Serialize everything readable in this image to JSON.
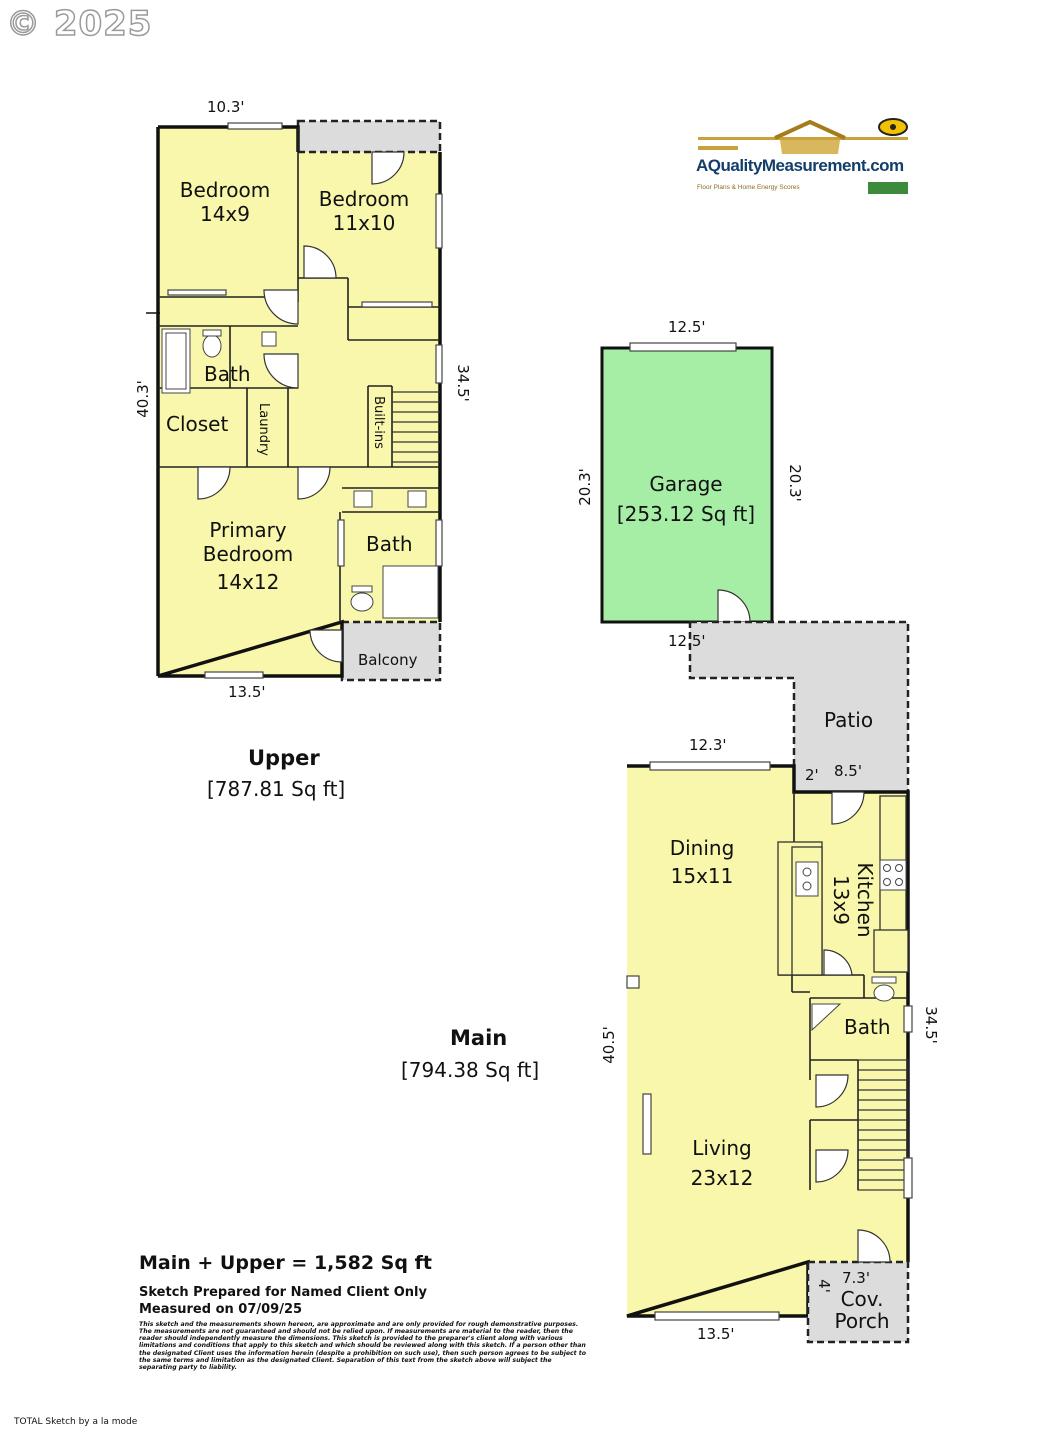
{
  "copyright": "© 2025",
  "logo": {
    "name": "AQualityMeasurement.com",
    "tagline": "Floor Plans & Home Energy Scores"
  },
  "upper": {
    "title": "Upper",
    "area": "[787.81 Sq ft]",
    "dims": {
      "top": "10.3'",
      "bottom": "13.5'",
      "left": "40.3'",
      "right": "34.5'"
    },
    "rooms": {
      "bedroom1_name": "Bedroom",
      "bedroom1_size": "14x9",
      "bedroom2_name": "Bedroom",
      "bedroom2_size": "11x10",
      "bath": "Bath",
      "closet": "Closet",
      "laundry": "Laundry",
      "builtins": "Built-ins",
      "primary_l1": "Primary",
      "primary_l2": "Bedroom",
      "primary_size": "14x12",
      "primary_bath": "Bath",
      "balcony": "Balcony"
    }
  },
  "garage": {
    "name": "Garage",
    "area": "[253.12 Sq ft]",
    "dims": {
      "top": "12.5'",
      "bottom": "12.5'",
      "left": "20.3'",
      "right": "20.3'"
    }
  },
  "patio": {
    "name": "Patio"
  },
  "main": {
    "title": "Main",
    "area": "[794.38 Sq ft]",
    "dims": {
      "top": "12.3'",
      "bottom": "13.5'",
      "left": "40.5'",
      "right": "34.5'",
      "kitchen_top": "8.5'",
      "step": "2'",
      "porch_w": "7.3'",
      "porch_d": "4'"
    },
    "rooms": {
      "dining_name": "Dining",
      "dining_size": "15x11",
      "kitchen_name": "Kitchen",
      "kitchen_size": "13x9",
      "bath": "Bath",
      "living_name": "Living",
      "living_size": "23x12",
      "porch_l1": "Cov.",
      "porch_l2": "Porch"
    }
  },
  "summary": {
    "total": "Main + Upper = 1,582 Sq ft",
    "note1": "Sketch Prepared for Named Client Only",
    "note2": "Measured on 07/09/25",
    "disclaimer": "This sketch and the measurements shown hereon, are approximate and are only provided for rough demonstrative purposes. The measurements are not guaranteed and should not be relied upon. If measurements are material to the reader, then the reader should independently measure the dimensions. This sketch is provided to the preparer's client along with various limitations and conditions that apply to this sketch and which should be reviewed along with this sketch. If a person other than the designated Client uses the information herein (despite a prohibition on such use), then such person agrees to be subject to the same terms and limitation as the designated Client. Separation of this text from the sketch above will subject the separating party to liability."
  },
  "credit": "TOTAL Sketch by a la mode",
  "colors": {
    "living": "#f8f7ab",
    "garage": "#a6eea6",
    "exterior": "#dcdcdc",
    "wall": "#111111"
  }
}
